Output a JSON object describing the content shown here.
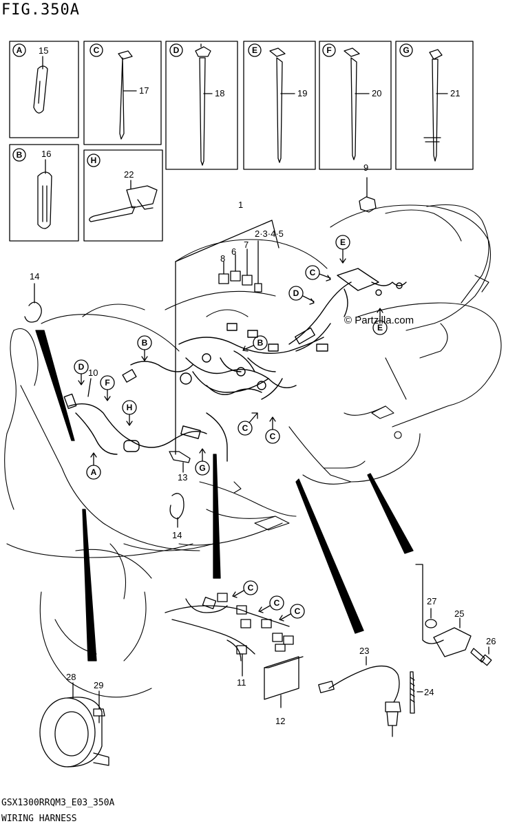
{
  "header": {
    "figure_title": "FIG.350A"
  },
  "footer": {
    "code": "GSX1300RRQM3_E03_350A",
    "name": "WIRING HARNESS"
  },
  "watermark": "© Partzilla.com",
  "insets": [
    {
      "letter": "A",
      "part": "15"
    },
    {
      "letter": "B",
      "part": "16"
    },
    {
      "letter": "C",
      "part": "17"
    },
    {
      "letter": "H",
      "part": "22"
    },
    {
      "letter": "D",
      "part": "18"
    },
    {
      "letter": "E",
      "part": "19"
    },
    {
      "letter": "F",
      "part": "20"
    },
    {
      "letter": "G",
      "part": "21"
    }
  ],
  "parts": {
    "p1": "1",
    "p2345": "2·3·4·5",
    "p6": "6",
    "p7": "7",
    "p8": "8",
    "p9": "9",
    "p10": "10",
    "p11": "11",
    "p12": "12",
    "p13": "13",
    "p14a": "14",
    "p14b": "14",
    "p23": "23",
    "p24": "24",
    "p25": "25",
    "p26": "26",
    "p27": "27",
    "p28": "28",
    "p29": "29"
  },
  "callouts": {
    "b_left": "B",
    "b_center": "B",
    "d_left": "D",
    "f_left": "F",
    "h_left": "H",
    "a_left": "A",
    "g_center": "G",
    "c_center1": "C",
    "c_center2": "C",
    "e_top": "E",
    "c_top": "C",
    "d_top": "D",
    "e_right": "E",
    "c_low1": "C",
    "c_low2": "C",
    "c_low3": "C"
  },
  "colors": {
    "line": "#000000",
    "background": "#ffffff"
  }
}
